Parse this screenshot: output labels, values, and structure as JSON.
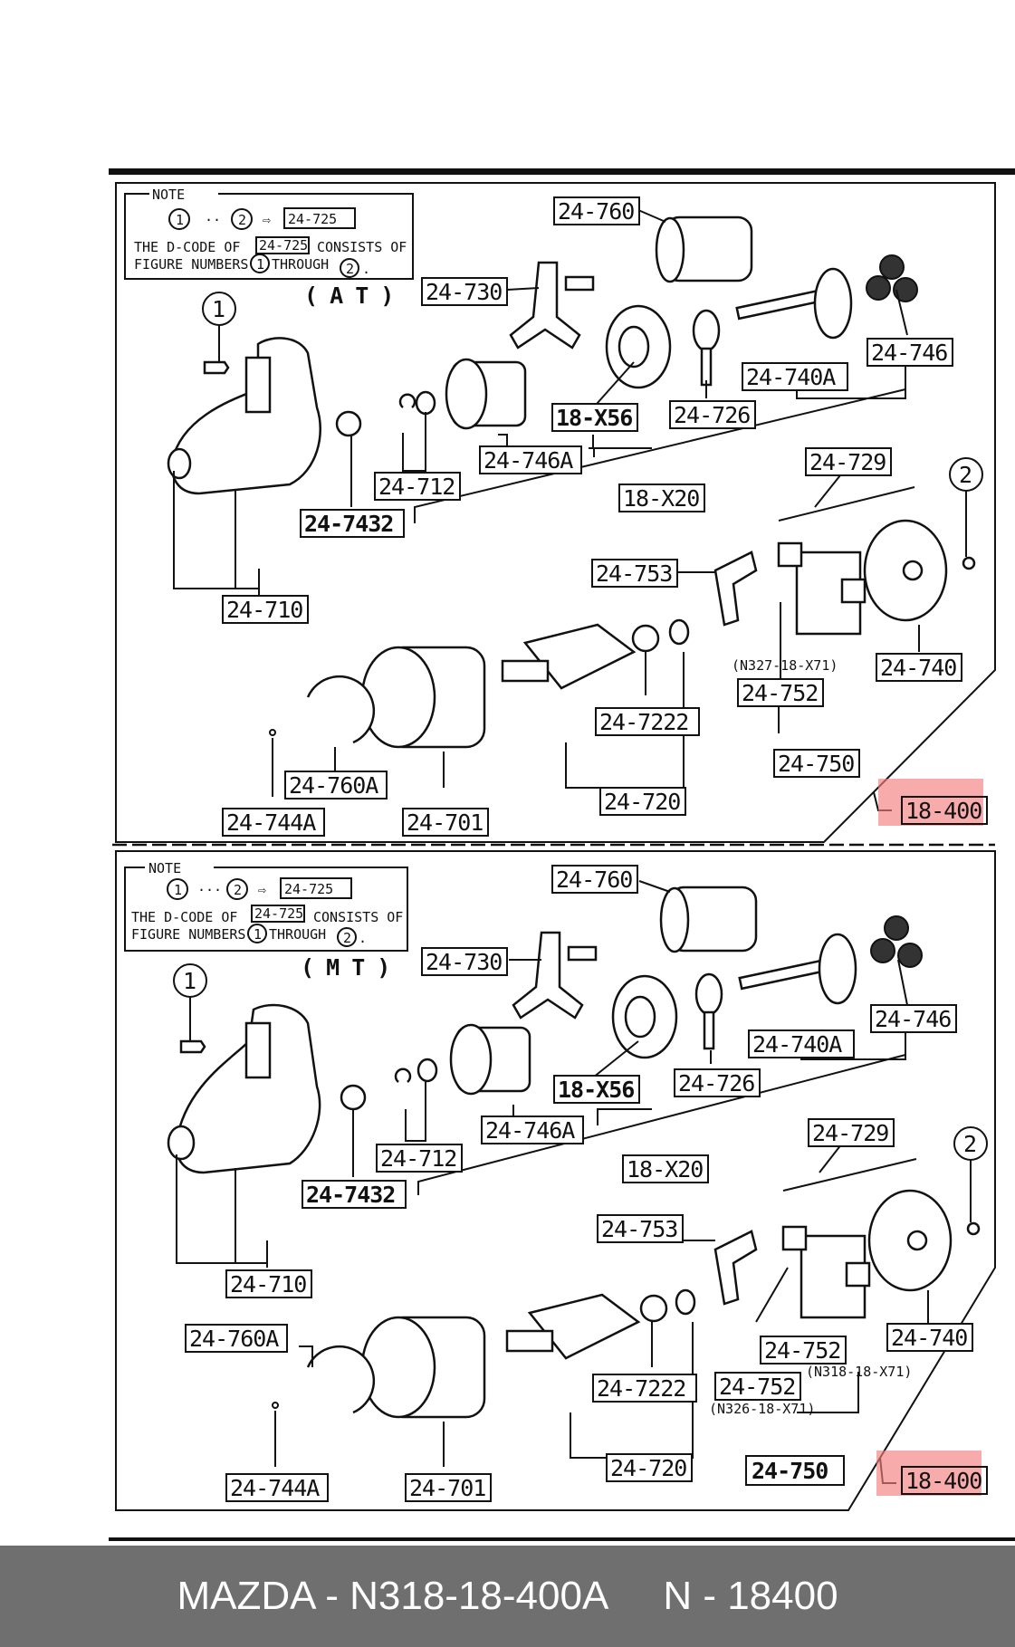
{
  "top_panel": {
    "note_title": "NOTE",
    "note_circ1": "1",
    "note_dots": "··",
    "note_circ2": "2",
    "note_arrow": "⇨",
    "note_code": "24-725",
    "note_line1_pre": "THE D-CODE OF",
    "note_line1_code": "24-725",
    "note_line1_post": "CONSISTS OF",
    "note_line2_pre": "FIGURE NUMBERS",
    "note_line2_mid": "THROUGH",
    "note_line2_end": ".",
    "variant": "( A T )",
    "screw1": "1",
    "screw2": "2",
    "labels": {
      "l24760": "24-760",
      "l24730": "24-730",
      "l24746": "24-746",
      "l24740A": "24-740A",
      "l18X56": "18-X56",
      "l24726": "24-726",
      "l24746A": "24-746A",
      "l24712": "24-712",
      "l18X20": "18-X20",
      "l24729": "24-729",
      "l247432": "24-7432",
      "l24710": "24-710",
      "l24753": "24-753",
      "l24740": "24-740",
      "lN327": "(N327-18-X71)",
      "l24752": "24-752",
      "l247222": "24-7222",
      "l24750": "24-750",
      "l24760A": "24-760A",
      "l24744A": "24-744A",
      "l24701": "24-701",
      "l24720": "24-720",
      "l18400": "18-400"
    }
  },
  "bottom_panel": {
    "note_title": "NOTE",
    "note_circ1": "1",
    "note_dots": "···",
    "note_circ2": "2",
    "note_arrow": "⇨",
    "note_code": "24-725",
    "note_line1_pre": "THE D-CODE OF",
    "note_line1_code": "24-725",
    "note_line1_post": "CONSISTS OF",
    "note_line2_pre": "FIGURE NUMBERS",
    "note_line2_mid": "THROUGH",
    "note_line2_end": ".",
    "variant": "( M T )",
    "screw1": "1",
    "screw2": "2",
    "labels": {
      "l24760": "24-760",
      "l24730": "24-730",
      "l24746": "24-746",
      "l24740A": "24-740A",
      "l18X56": "18-X56",
      "l24726": "24-726",
      "l24746A": "24-746A",
      "l24712": "24-712",
      "l18X20": "18-X20",
      "l24729": "24-729",
      "l247432": "24-7432",
      "l24710": "24-710",
      "l24753": "24-753",
      "l24740": "24-740",
      "l24752a": "24-752",
      "lN318": "(N318-18-X71)",
      "l24752b": "24-752",
      "lN326": "(N326-18-X71)",
      "l247222": "24-7222",
      "l24760A": "24-760A",
      "l24744A": "24-744A",
      "l24701": "24-701",
      "l24720": "24-720",
      "l24750": "24-750",
      "l18400": "18-400"
    }
  },
  "footer": {
    "part_number": "MAZDA - N318-18-400A",
    "ref_number": "N - 18400"
  },
  "colors": {
    "highlight": "#f27e7e",
    "footer_bg": "#6f6f6f"
  }
}
